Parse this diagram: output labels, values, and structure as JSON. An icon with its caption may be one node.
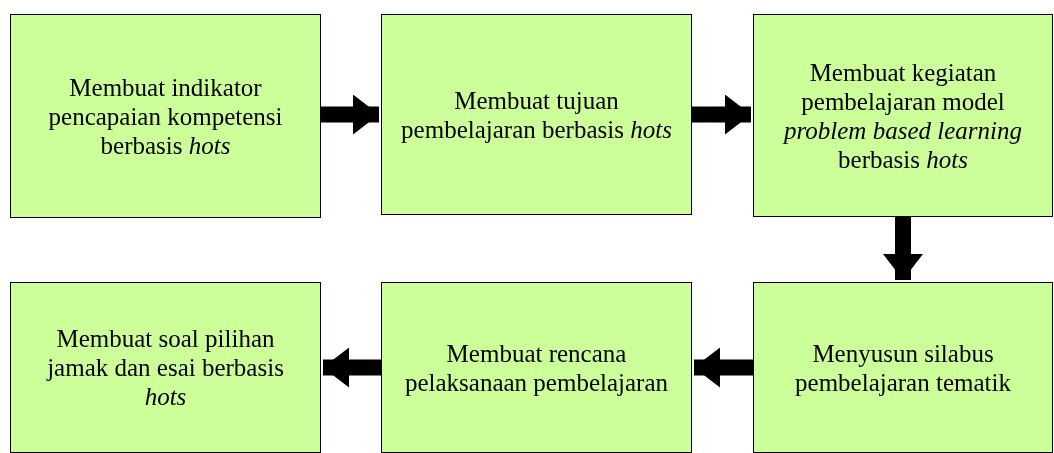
{
  "diagram": {
    "nodes": [
      {
        "text": [
          "Membuat indikator pencapaian kompetensi berbasis *hots*"
        ]
      },
      {
        "text": [
          "Membuat tujuan pembelajaran berbasis *hots*"
        ]
      },
      {
        "text": [
          "Membuat kegiatan pembelajaran model *problem based learning* berbasis *hots*"
        ]
      },
      {
        "text": [
          "Membuat soal pilihan jamak dan esai berbasis *hots*"
        ]
      },
      {
        "text": [
          "Membuat rencana pelaksanaan pembelajaran"
        ]
      },
      {
        "text": [
          "Menyusun silabus pembelajaran tematik"
        ]
      }
    ],
    "edges": [
      {
        "from": 0,
        "to": 1,
        "arrow": "to"
      },
      {
        "from": 1,
        "to": 2,
        "arrow": "to"
      },
      {
        "from": 2,
        "to": 5,
        "arrow": "to"
      },
      {
        "from": 5,
        "to": 4,
        "arrow": "to"
      },
      {
        "from": 4,
        "to": 3,
        "arrow": "to"
      }
    ]
  }
}
